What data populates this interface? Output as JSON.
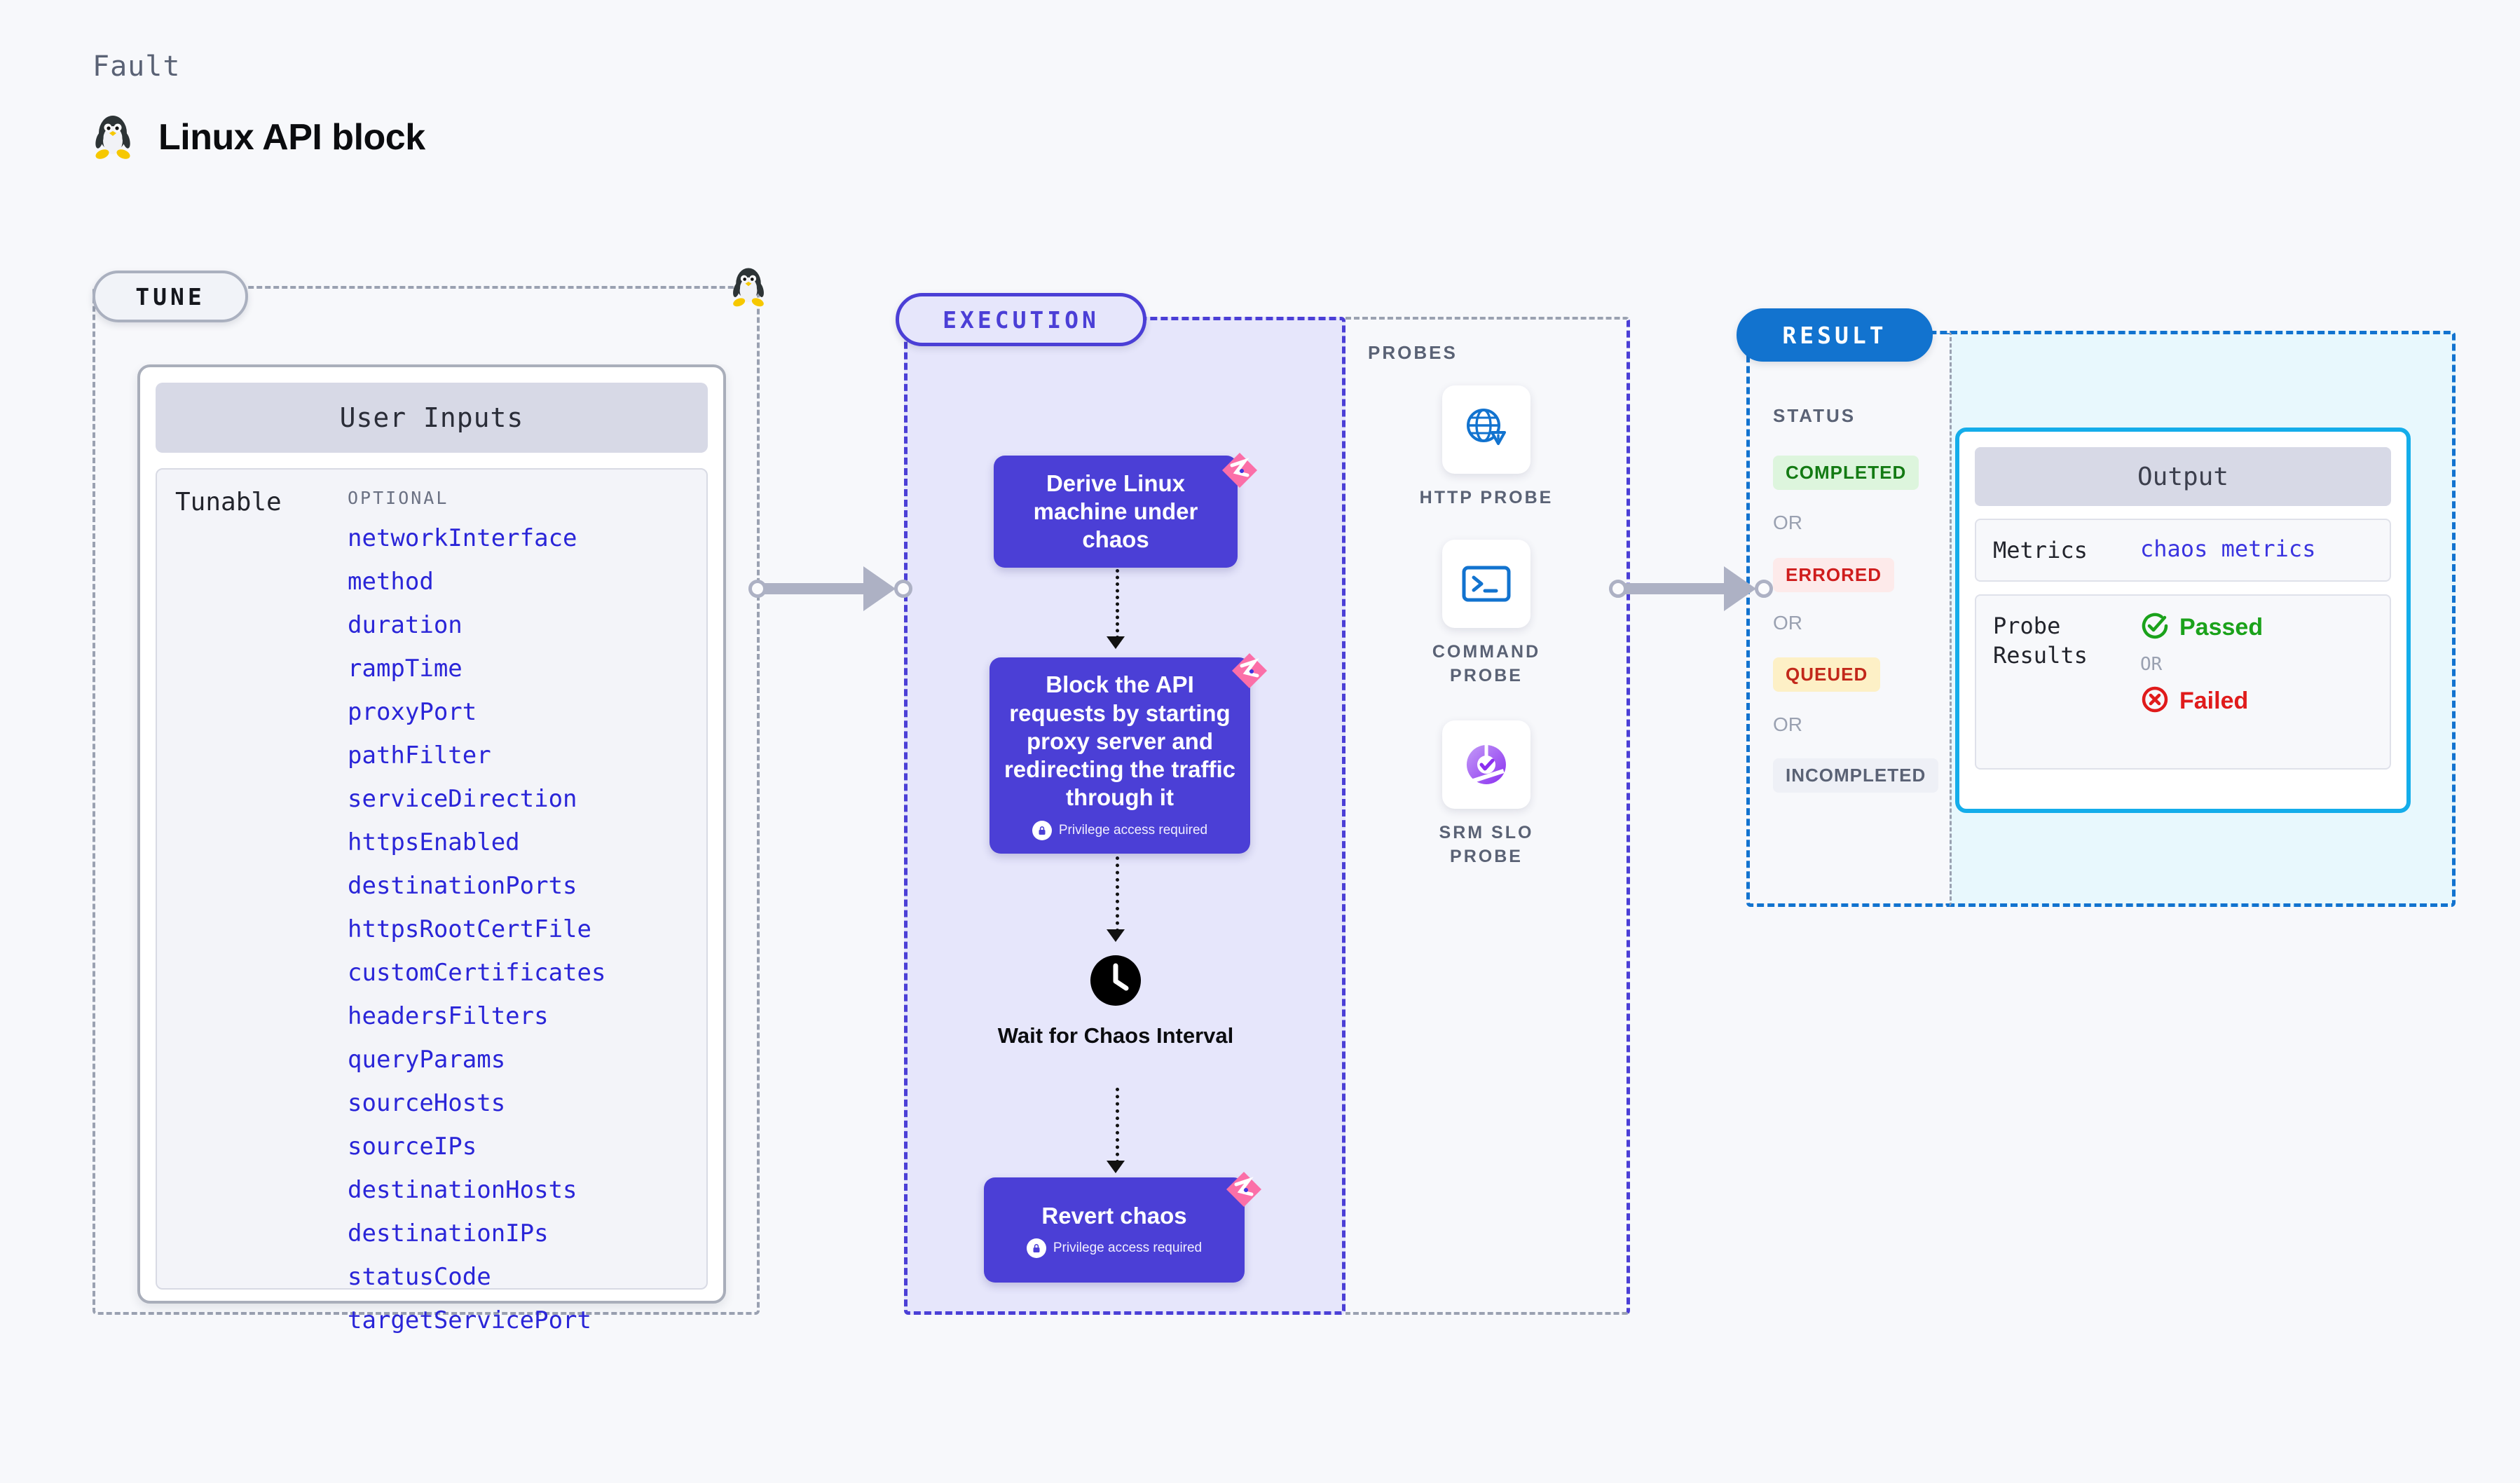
{
  "header": {
    "kicker": "Fault",
    "title": "Linux API block",
    "icon": "linux-tux-icon"
  },
  "sections": {
    "tune": {
      "pill_label": "TUNE"
    },
    "execution": {
      "pill_label": "EXECUTION"
    },
    "probes": {
      "title": "PROBES"
    },
    "result": {
      "pill_label": "RESULT",
      "status_title": "STATUS"
    }
  },
  "user_inputs": {
    "card_title": "User Inputs",
    "group_label": "Tunable",
    "optional_label": "OPTIONAL",
    "params": [
      "networkInterface",
      "method",
      "duration",
      "rampTime",
      "proxyPort",
      "pathFilter",
      "serviceDirection",
      "httpsEnabled",
      "destinationPorts",
      "httpsRootCertFile",
      "customCertificates",
      "headersFilters",
      "queryParams",
      "sourceHosts",
      "sourceIPs",
      "destinationHosts",
      "destinationIPs",
      "statusCode",
      "targetServicePort"
    ]
  },
  "execution_flow": {
    "steps": [
      {
        "id": "derive",
        "text": "Derive Linux machine under chaos",
        "privilege_note": null,
        "badge": "chaos-flag-badge"
      },
      {
        "id": "block",
        "text": "Block the API requests by starting proxy server and redirecting the traffic through it",
        "privilege_note": "Privilege access required",
        "badge": "chaos-flag-badge"
      },
      {
        "id": "wait",
        "text": "Wait for Chaos Interval",
        "icon": "clock-icon"
      },
      {
        "id": "revert",
        "text": "Revert chaos",
        "privilege_note": "Privilege access required",
        "badge": "chaos-flag-badge"
      }
    ]
  },
  "probes": [
    {
      "label": "HTTP PROBE",
      "icon": "globe-warning-icon"
    },
    {
      "label": "COMMAND PROBE",
      "icon": "terminal-icon"
    },
    {
      "label": "SRM SLO PROBE",
      "icon": "srm-slo-donut-icon"
    }
  ],
  "result_status": {
    "items": [
      {
        "label": "COMPLETED",
        "bg": "#ddf5dd",
        "color": "#137a13"
      },
      {
        "label": "ERRORED",
        "bg": "#fdeaea",
        "color": "#cf1d1d"
      },
      {
        "label": "QUEUED",
        "bg": "#fdf0c6",
        "color": "#c2281a"
      },
      {
        "label": "INCOMPLETED",
        "bg": "#eef0f6",
        "color": "#5a6275"
      }
    ],
    "separator": "OR"
  },
  "output": {
    "card_title": "Output",
    "metrics_key": "Metrics",
    "metrics_value": "chaos metrics",
    "probe_results_key": "Probe Results",
    "passed_label": "Passed",
    "failed_label": "Failed",
    "separator": "OR"
  },
  "colors": {
    "accent_purple": "#4b3fd6",
    "accent_blue": "#1273cf",
    "cyan_border": "#14adea",
    "param_blue": "#2a25d8",
    "flag_pink": "#fb6fa8",
    "pass_green": "#1ba21b",
    "fail_red": "#e01b1b"
  }
}
